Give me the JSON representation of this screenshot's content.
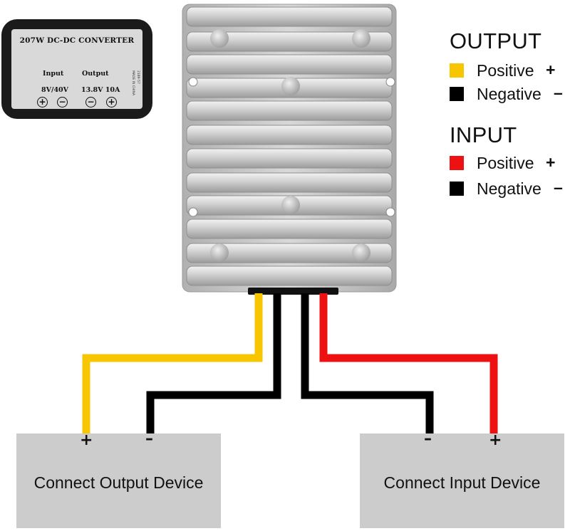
{
  "converter_label": {
    "title": "207W DC-DC CONVERTER",
    "input_heading": "Input",
    "output_heading": "Output",
    "input_spec": "8V/40V",
    "output_spec": "13.8V 10A",
    "side_text": [
      "2189-57",
      "MADE IN CHINA"
    ]
  },
  "legend": {
    "output_heading": "OUTPUT",
    "input_heading": "INPUT",
    "output_positive": {
      "label": "Positive",
      "sign": "+",
      "color": "#f7c600"
    },
    "output_negative": {
      "label": "Negative",
      "sign": "–",
      "color": "#000000"
    },
    "input_positive": {
      "label": "Positive",
      "sign": "+",
      "color": "#ee1111"
    },
    "input_negative": {
      "label": "Negative",
      "sign": "–",
      "color": "#000000"
    }
  },
  "devices": {
    "output": {
      "label": "Connect Output Device",
      "plus": "+",
      "minus": "–"
    },
    "input": {
      "label": "Connect Input Device",
      "plus": "+",
      "minus": "–"
    }
  },
  "colors": {
    "wire_yellow": "#f7c600",
    "wire_black": "#000000",
    "wire_red": "#ee1111",
    "housing": "#c9c9c9",
    "device_box": "#cccccc",
    "label_case": "#1b1b1b"
  }
}
